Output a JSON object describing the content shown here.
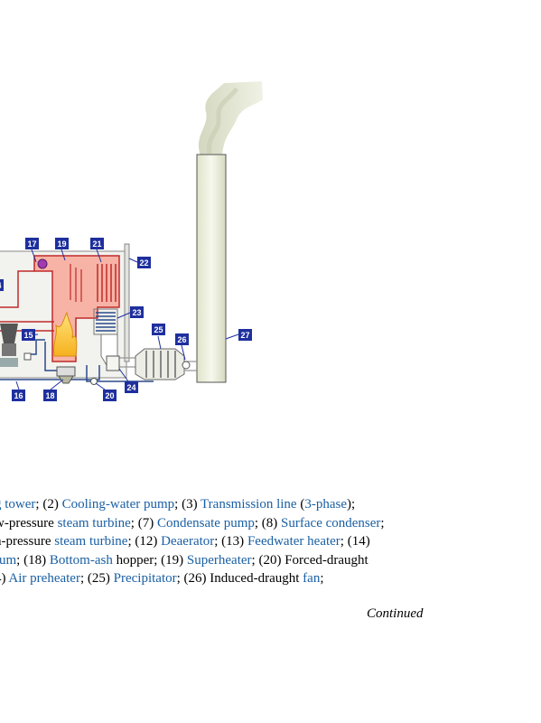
{
  "diagram": {
    "callouts": [
      "17",
      "19",
      "21",
      "22",
      "4",
      "23",
      "15",
      "25",
      "26",
      "27",
      "16",
      "18",
      "20",
      "24"
    ]
  },
  "caption": {
    "lines": [
      [
        {
          "t": "g tower",
          "link": true
        },
        {
          "t": "; (2) "
        },
        {
          "t": "Cooling-water pump",
          "link": true
        },
        {
          "t": "; (3) "
        },
        {
          "t": "Transmission line",
          "link": true
        },
        {
          "t": " ("
        },
        {
          "t": "3-phase",
          "link": true
        },
        {
          "t": ");"
        }
      ],
      [
        {
          "t": "w-pressure "
        },
        {
          "t": "steam turbine",
          "link": true
        },
        {
          "t": "; (7) "
        },
        {
          "t": "Condensate pump",
          "link": true
        },
        {
          "t": "; (8) "
        },
        {
          "t": "Surface condenser",
          "link": true
        },
        {
          "t": ";"
        }
      ],
      [
        {
          "t": "h-pressure "
        },
        {
          "t": "steam turbine",
          "link": true
        },
        {
          "t": "; (12) "
        },
        {
          "t": "Deaerator",
          "link": true
        },
        {
          "t": "; (13) "
        },
        {
          "t": "Feedwater heater",
          "link": true
        },
        {
          "t": "; (14)"
        }
      ],
      [
        {
          "t": "rum",
          "link": true
        },
        {
          "t": "; (18) "
        },
        {
          "t": "Bottom-ash",
          "link": true
        },
        {
          "t": " hopper; (19) "
        },
        {
          "t": "Superheater",
          "link": true
        },
        {
          "t": "; (20) Forced-draught"
        }
      ],
      [
        {
          "t": "4) "
        },
        {
          "t": "Air preheater",
          "link": true
        },
        {
          "t": "; (25) "
        },
        {
          "t": "Precipitator",
          "link": true
        },
        {
          "t": "; (26) Induced-draught "
        },
        {
          "t": "fan",
          "link": true
        },
        {
          "t": ";"
        }
      ]
    ],
    "continued": "Continued"
  },
  "colors": {
    "callout": "#1e2f9e",
    "link": "#1a5fa3",
    "furnace": "#f29a8a",
    "pipe_red": "#c02a2a",
    "pipe_blue": "#2b4a8a"
  }
}
